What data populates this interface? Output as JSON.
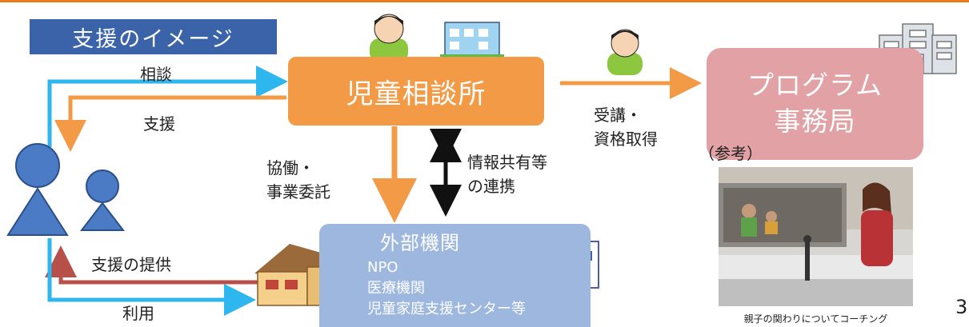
{
  "title": "支援のイメージ",
  "jidou_soudanjo": "児童相談所",
  "program_office": {
    "line1": "プログラム",
    "line2": "事務局"
  },
  "external": {
    "title": "外部機関",
    "items": [
      "NPO",
      "医療機関",
      "児童家庭支援センター等"
    ]
  },
  "labels": {
    "soudan": "相談",
    "shien": "支援",
    "kyoudou_1": "協働・",
    "kyoudou_2": "事業委託",
    "jouhou_1": "情報共有等",
    "jouhou_2": "の連携",
    "jukou_1": "受講・",
    "jukou_2": "資格取得",
    "shien_teikyo": "支援の提供",
    "riyou": "利用",
    "sankou": "（参考）"
  },
  "photo_caption": "親子の関わりについてコーチング",
  "page_number": "3",
  "colors": {
    "accent_orange": "#f39a47",
    "title_blue": "#3b63a9",
    "arrow_blue": "#2eb6ee",
    "arrow_red": "#b8504a",
    "program_pink": "#e2a1a4",
    "external_blue": "#9db7df",
    "person_blue": "#4a7bc4"
  }
}
